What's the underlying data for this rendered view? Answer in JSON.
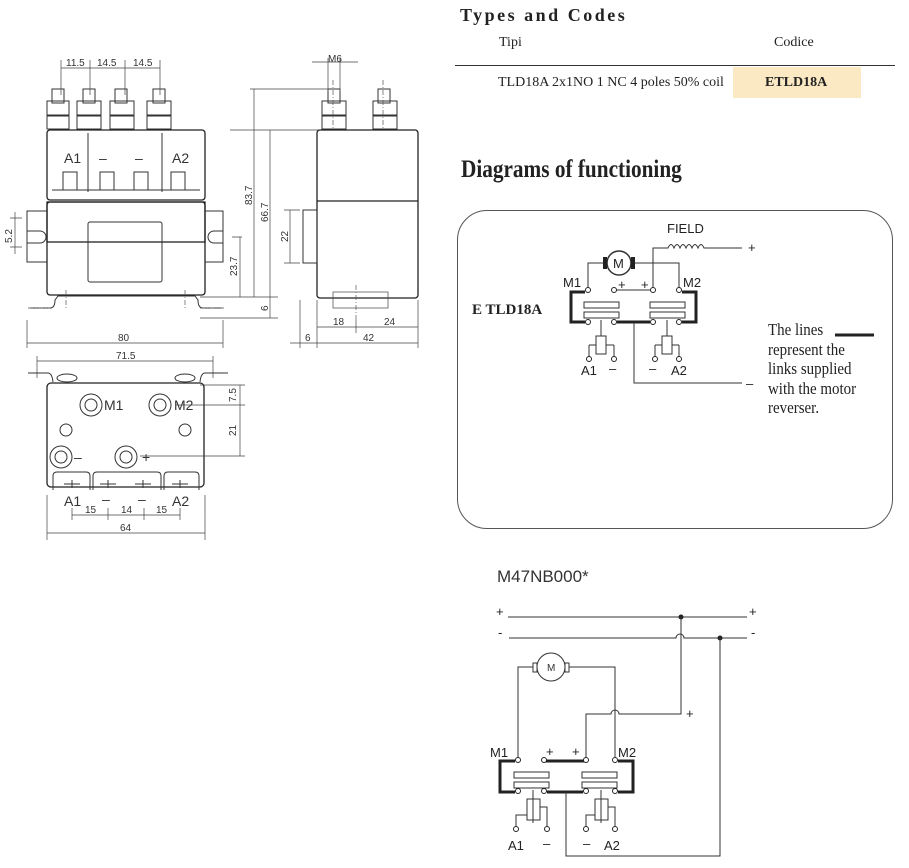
{
  "types_section": {
    "heading": "Types and Codes",
    "col_types": "Tipi",
    "col_code": "Codice",
    "rows": [
      {
        "type": "TLD18A 2x1NO 1 NC 4 poles 50% coil",
        "code": "ETLD18A"
      }
    ],
    "highlight_color": "#fbe9c4"
  },
  "diagrams_section": {
    "heading": "Diagrams of functioning",
    "model_label": "E TLD18A",
    "field_label": "FIELD",
    "motor_label": "M",
    "plus": "+",
    "minus": "–",
    "m1_label": "M1",
    "m2_label": "M2",
    "a1_label": "A1",
    "a2_label": "A2",
    "legend_text": [
      "The lines",
      "represent the",
      "links supplied",
      "with the motor",
      "reverser."
    ]
  },
  "wiring_section": {
    "title": "M47NB000*",
    "motor_label": "M",
    "plus": "+",
    "minus": "-",
    "m1_label": "M1",
    "m2_label": "M2",
    "a1_label": "A1",
    "a2_label": "A2"
  },
  "drawings": {
    "front_view": {
      "dims": [
        "11.5",
        "14.5",
        "14.5",
        "83.7",
        "66.7",
        "23.7",
        "6",
        "5.2",
        "80"
      ],
      "terminal_labels": [
        "A1",
        "–",
        "–",
        "A2"
      ]
    },
    "side_view": {
      "dims": [
        "M6",
        "22",
        "18",
        "24",
        "6",
        "42"
      ]
    },
    "bottom_view": {
      "dims": [
        "71.5",
        "7.5",
        "21",
        "15",
        "14",
        "15",
        "64"
      ],
      "terminal_labels": [
        "M1",
        "M2",
        "–",
        "+",
        "A1",
        "–",
        "–",
        "A2"
      ]
    }
  }
}
